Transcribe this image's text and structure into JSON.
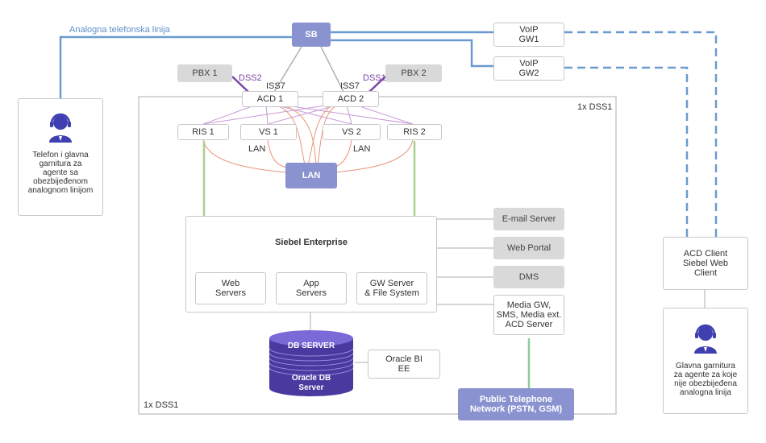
{
  "top_link_label": "Analogna telefonska linija",
  "sb": "SB",
  "voip_gw1": "VoIP\nGW1",
  "voip_gw2": "VoIP\nGW2",
  "pbx1": "PBX 1",
  "pbx2": "PBX 2",
  "dss2": "DSS2",
  "dss1_top": "DSS1",
  "iss7_left": "ISS7",
  "iss7_right": "ISS7",
  "acd1": "ACD 1",
  "acd2": "ACD 2",
  "dss1_right": "1x DSS1",
  "dss1_bottom": "1x DSS1",
  "ris1": "RIS 1",
  "vs1": "VS 1",
  "vs2": "VS 2",
  "ris2": "RIS 2",
  "lan_left": "LAN",
  "lan_right": "LAN",
  "lan_box": "LAN",
  "siebel_title": "Siebel Enterprise",
  "web_servers": "Web\nServers",
  "app_servers": "App\nServers",
  "gw_server": "GW Server\n& File System",
  "email_server": "E-mail Server",
  "web_portal": "Web Portal",
  "dms": "DMS",
  "media_gw": "Media GW,\nSMS, Media ext.\nACD Server",
  "db_server": "DB SERVER",
  "oracle_db": "Oracle DB\nServer",
  "oracle_bi": "Oracle BI\nEE",
  "pstn": "Public Telephone\nNetwork (PSTN, GSM)",
  "left_agent": "Telefon i glavna\ngarnitura za\nagente sa\nobezbijeđenom\nanalognom linijom",
  "right_client": "ACD Client\nSiebel Web\nClient",
  "right_agent": "Glavna garnitura\nza agente za koje\nnije obezbijeđena\nanalogna linija",
  "headset_icon": "headset-agent-icon",
  "colors": {
    "accent_purple": "#8a93d0",
    "link_blue": "#5f8fc8",
    "lan_orange": "#e8967a",
    "lan_purple": "#b07ac8",
    "green_link": "#a8d090",
    "dss_purple": "#7a46a8"
  }
}
